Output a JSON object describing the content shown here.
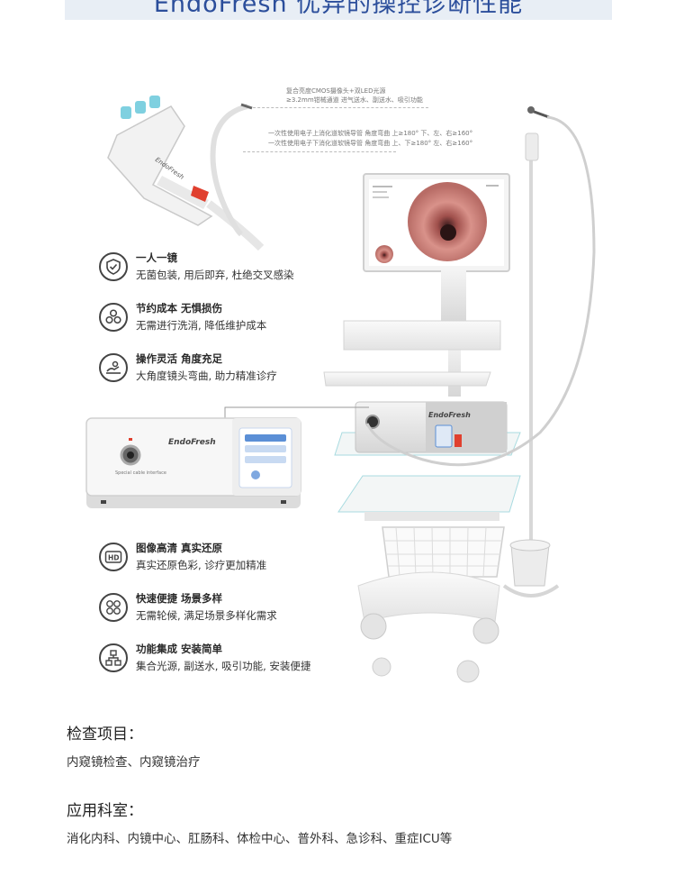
{
  "banner": {
    "title": "EndoFresh 优异的操控诊断性能"
  },
  "specs": {
    "line1": "复合亮度CMOS摄像头+双LED光源",
    "line2": "≥3.2mm钳械通道 进气送水、副送水、吸引功能",
    "line3": "一次性使用电子上消化道软镜导管 角度弯曲 上≥180° 下、左、右≥160°",
    "line4": "一次性使用电子下消化道软镜导管 角度弯曲 上、下≥180° 左、右≥160°"
  },
  "features": [
    {
      "icon": "shield-check-icon",
      "title": "一人一镜",
      "desc": "无菌包装, 用后即弃, 杜绝交叉感染"
    },
    {
      "icon": "coins-icon",
      "title": "节约成本 无惧损伤",
      "desc": "无需进行洗消, 降低维护成本"
    },
    {
      "icon": "hand-scope-icon",
      "title": "操作灵活 角度充足",
      "desc": "大角度镜头弯曲, 助力精准诊疗"
    },
    {
      "icon": "hd-icon",
      "title": "图像高清 真实还原",
      "desc": "真实还原色彩, 诊疗更加精准"
    },
    {
      "icon": "scenes-icon",
      "title": "快速便捷 场景多样",
      "desc": "无需轮候, 满足场景多样化需求"
    },
    {
      "icon": "network-icon",
      "title": "功能集成 安装简单",
      "desc": "集合光源, 副送水, 吸引功能, 安装便捷"
    }
  ],
  "device": {
    "brand": "EndoFresh",
    "port_label": "Special cable interface"
  },
  "exam": {
    "title": "检查项目：",
    "text": "内窥镜检查、内窥镜治疗"
  },
  "departments": {
    "title": "应用科室：",
    "text": "消化内科、内镜中心、肛肠科、体检中心、普外科、急诊科、重症ICU等"
  },
  "colors": {
    "brand_blue": "#2b4e9b",
    "accent_red": "#e0402f",
    "panel_blue": "#5b8fd6"
  }
}
